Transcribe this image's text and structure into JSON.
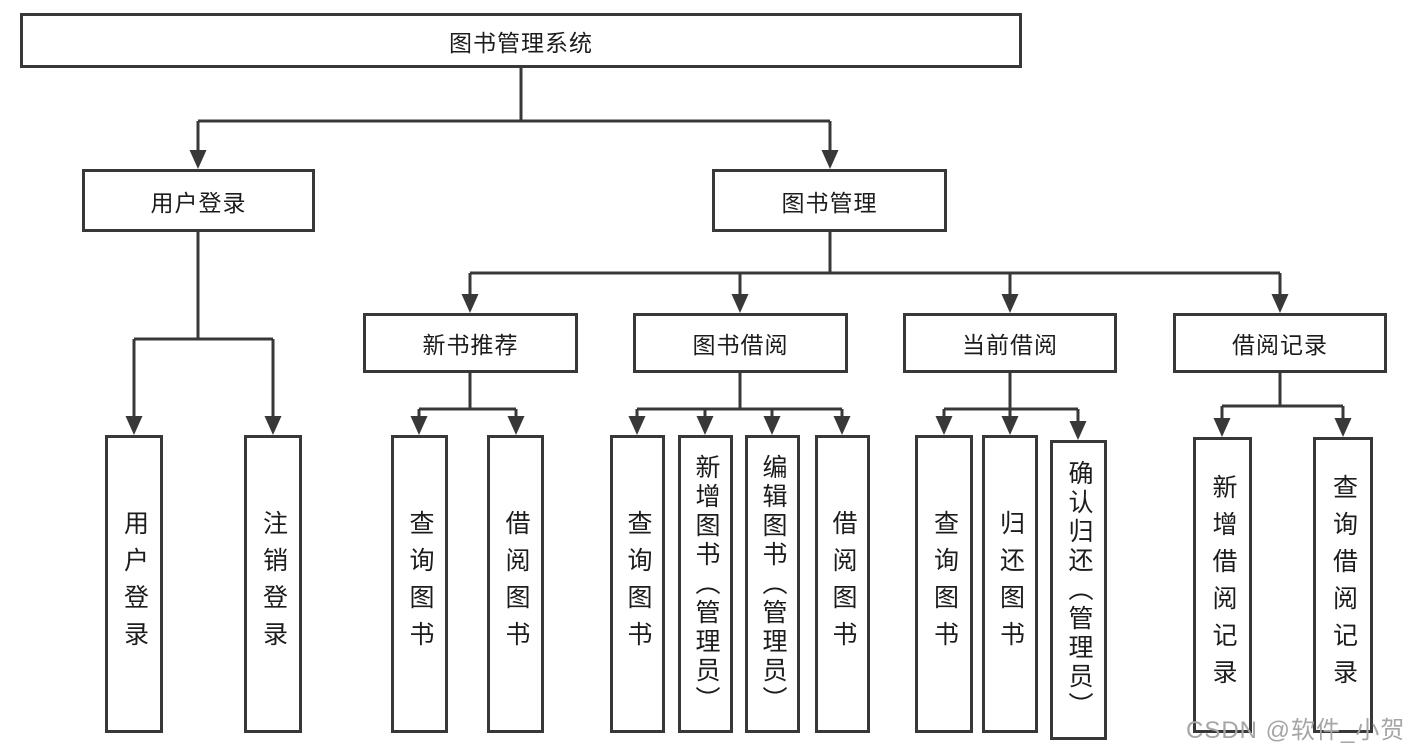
{
  "tree": {
    "label": "图书管理系统",
    "children": [
      {
        "label": "用户登录",
        "children": [
          {
            "label": "用户登录"
          },
          {
            "label": "注销登录"
          }
        ]
      },
      {
        "label": "图书管理",
        "children": [
          {
            "label": "新书推荐",
            "children": [
              {
                "label": "查询图书"
              },
              {
                "label": "借阅图书"
              }
            ]
          },
          {
            "label": "图书借阅",
            "children": [
              {
                "label": "查询图书"
              },
              {
                "label": "新增图书（管理员）"
              },
              {
                "label": "编辑图书（管理员）"
              },
              {
                "label": "借阅图书"
              }
            ]
          },
          {
            "label": "当前借阅",
            "children": [
              {
                "label": "查询图书"
              },
              {
                "label": "归还图书"
              },
              {
                "label": "确认归还（管理员）"
              }
            ]
          },
          {
            "label": "借阅记录",
            "children": [
              {
                "label": "新增借阅记录"
              },
              {
                "label": "查询借阅记录"
              }
            ]
          }
        ]
      }
    ]
  },
  "watermark": {
    "text": "CSDN @软件_小贺同学"
  },
  "colors": {
    "line": "#383838",
    "box_border": "#383838",
    "box_fill": "#ffffff",
    "text": "#1c1c1c",
    "watermark": "#a6a6a6",
    "background": "#ffffff"
  }
}
